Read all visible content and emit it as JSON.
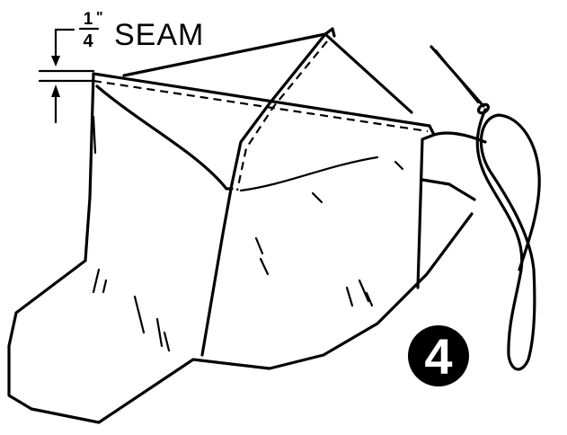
{
  "label": {
    "numerator": "1",
    "inch_mark": "\"",
    "denominator": "4",
    "word": "SEAM"
  },
  "step": {
    "number": "4"
  },
  "colors": {
    "ink": "#000000",
    "paper": "#ffffff"
  }
}
